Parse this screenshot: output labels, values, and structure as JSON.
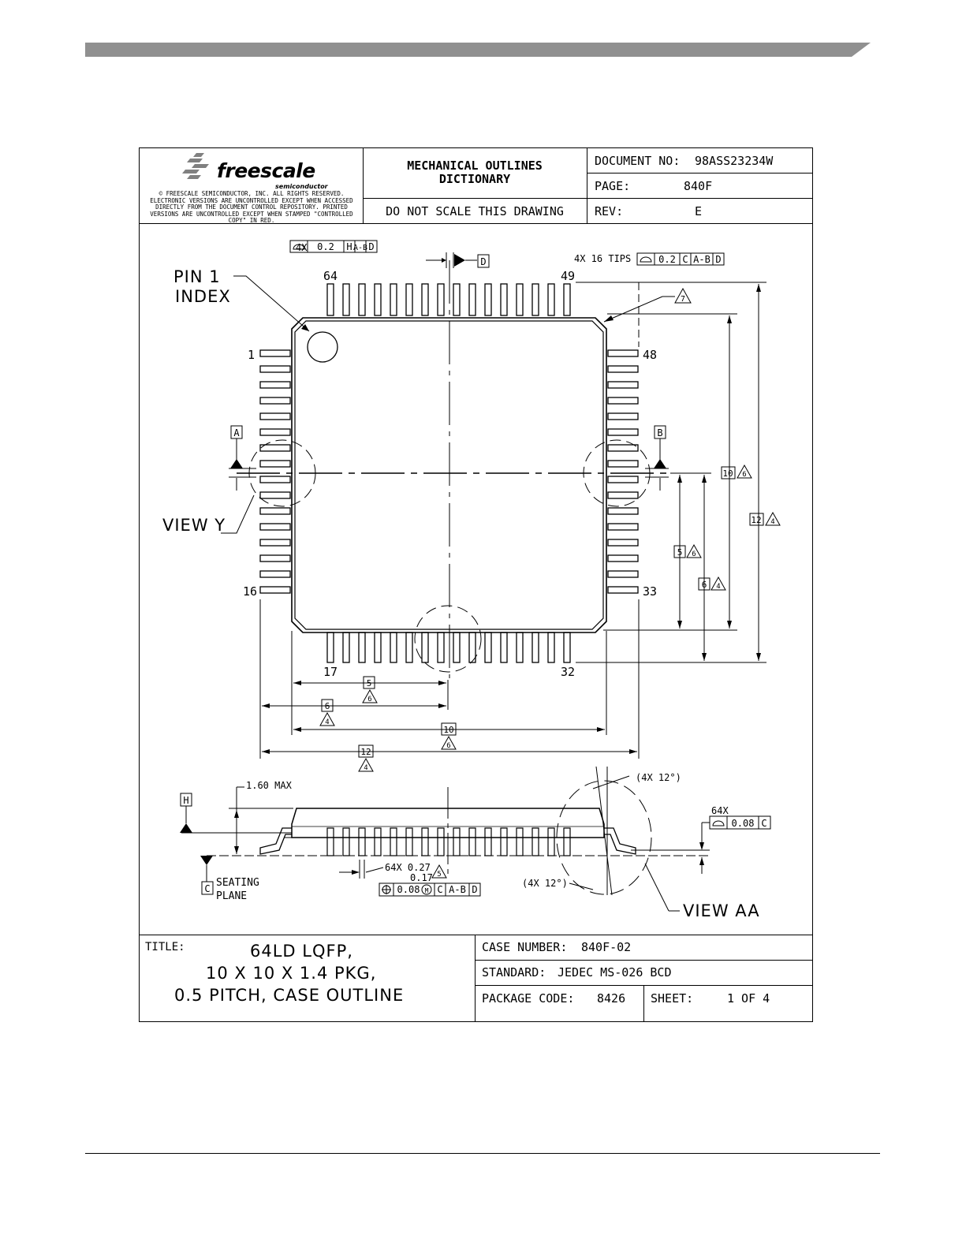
{
  "header": {
    "logo": "freescale",
    "logo_sub": "semiconductor",
    "copyright": [
      "© FREESCALE SEMICONDUCTOR, INC.  ALL RIGHTS RESERVED.",
      "ELECTRONIC VERSIONS ARE UNCONTROLLED EXCEPT WHEN ACCESSED",
      "DIRECTLY FROM THE DOCUMENT CONTROL REPOSITORY. PRINTED",
      "VERSIONS ARE UNCONTROLLED EXCEPT WHEN STAMPED \"CONTROLLED",
      "COPY\" IN RED."
    ],
    "title_line1": "MECHANICAL OUTLINES",
    "title_line2": "DICTIONARY",
    "no_scale": "DO NOT SCALE THIS DRAWING",
    "doc_no_label": "DOCUMENT NO:",
    "doc_no": "98ASS23234W",
    "page_label": "PAGE:",
    "page": "840F",
    "rev_label": "REV:",
    "rev": "E"
  },
  "drawing": {
    "pin1_index": [
      "PIN 1",
      "INDEX"
    ],
    "view_y": "VIEW Y",
    "view_aa": "VIEW AA",
    "pins": {
      "p64": "64",
      "p49": "49",
      "p1": "1",
      "p48": "48",
      "p16": "16",
      "p33": "33",
      "p17": "17",
      "p32": "32"
    },
    "datums": {
      "a": "A",
      "b": "B",
      "d": "D",
      "h": "H",
      "c": "C"
    },
    "fcf_top_left": {
      "count": "4X",
      "tol": "0.2",
      "d1": "H",
      "d2": "A-B",
      "d3": "D"
    },
    "fcf_top_right": {
      "count": "4X 16 TIPS",
      "tol": "0.2",
      "d1": "C",
      "d2": "A-B",
      "d3": "D"
    },
    "note_7": "7",
    "dims": {
      "d10": "10",
      "n6": "6",
      "d12": "12",
      "n4": "4",
      "d5": "5",
      "d6": "6"
    },
    "side": {
      "max_height": "1.60 MAX",
      "angle_top": "(4X 12°)",
      "angle_bottom": "(4X 12°)",
      "flat_count": "64X",
      "flat_tol": "0.08",
      "flat_datum": "C",
      "seating": [
        "SEATING",
        "PLANE"
      ],
      "lead_width": [
        "64X 0.27",
        "0.17"
      ],
      "lead_note": "5",
      "pos_tol": "0.08",
      "pos_mod": "M",
      "pos_d1": "C",
      "pos_d2": "A-B",
      "pos_d3": "D"
    }
  },
  "title_block": {
    "title_label": "TITLE:",
    "title": [
      "64LD LQFP,",
      "10 X 10 X 1.4 PKG,",
      "0.5 PITCH, CASE OUTLINE"
    ],
    "case_label": "CASE NUMBER:",
    "case": "840F-02",
    "standard_label": "STANDARD:",
    "standard": "JEDEC MS-026 BCD",
    "pkg_label": "PACKAGE CODE:",
    "pkg": "8426",
    "sheet_label": "SHEET:",
    "sheet": "1 OF 4"
  }
}
